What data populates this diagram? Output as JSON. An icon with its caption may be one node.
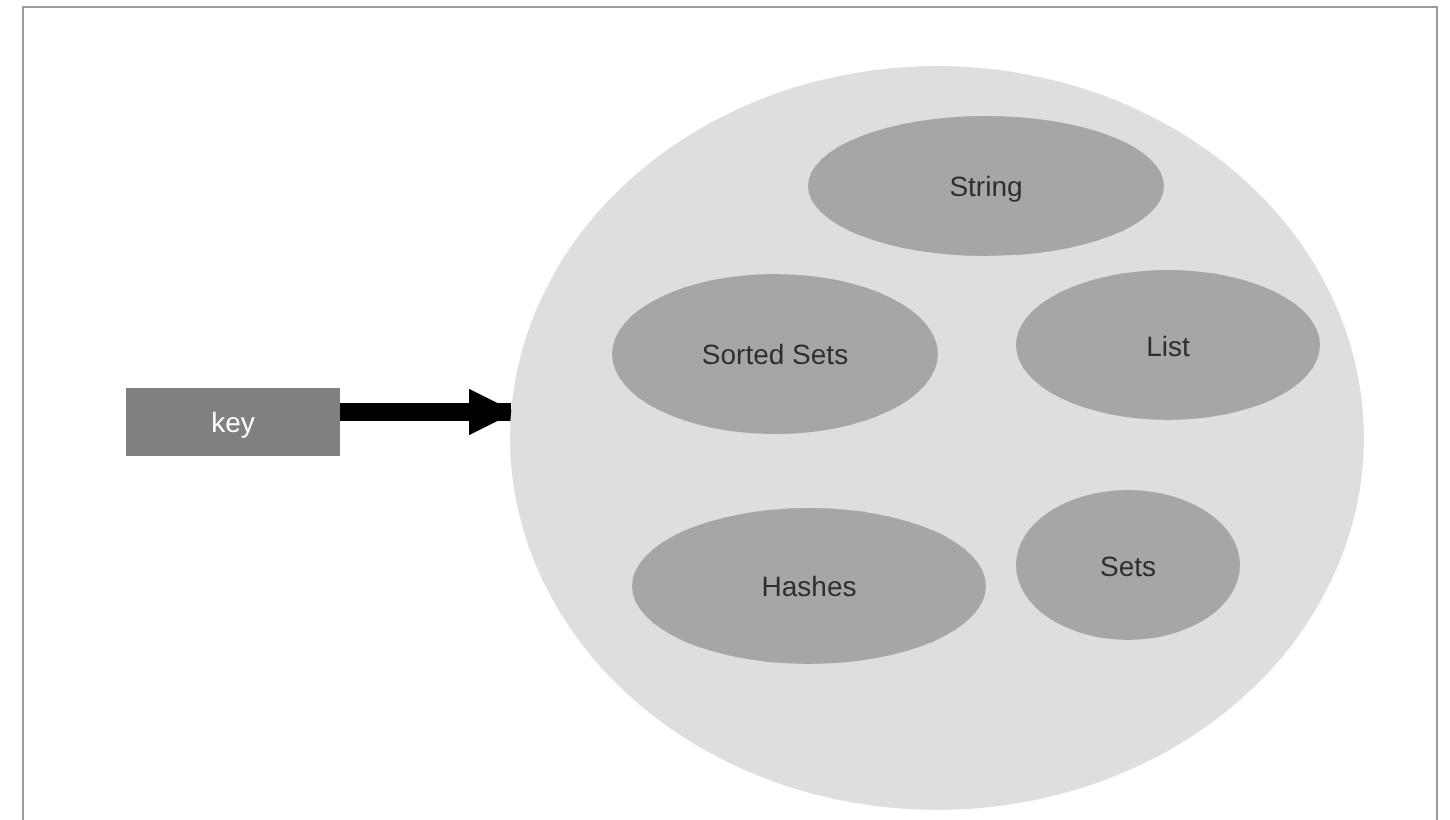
{
  "diagram": {
    "nodes": [
      {
        "text": [
          "key"
        ]
      },
      {
        "text": [],
        "shape": "circle"
      },
      {
        "text": [
          "String"
        ],
        "in": 1
      },
      {
        "text": [
          "Sorted Sets"
        ],
        "in": 1
      },
      {
        "text": [
          "List"
        ],
        "in": 1
      },
      {
        "text": [
          "Hashes"
        ],
        "in": 1
      },
      {
        "text": [
          "Sets"
        ],
        "in": 1
      }
    ],
    "edges": [
      {
        "from": 0,
        "to": 1,
        "arrow": "to"
      }
    ]
  }
}
